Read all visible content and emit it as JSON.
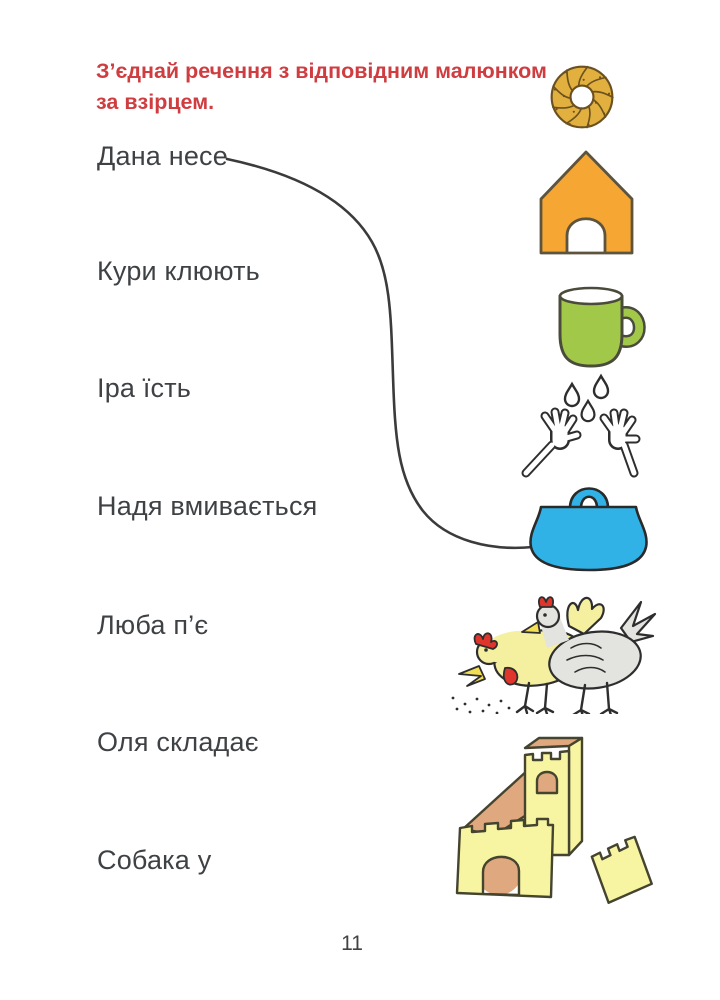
{
  "page": {
    "title_lines": [
      "З’єднай речення з відповідним малюнком",
      "за взірцем."
    ],
    "page_number": "11"
  },
  "exercise": {
    "sentences": [
      {
        "label": "Дана несе"
      },
      {
        "label": "Кури клюють"
      },
      {
        "label": "Іра їсть"
      },
      {
        "label": "Надя вмивається"
      },
      {
        "label": "Люба п’є"
      },
      {
        "label": "Оля складає"
      },
      {
        "label": "Собака у"
      }
    ],
    "pictures": [
      {
        "name": "bagel"
      },
      {
        "name": "doghouse"
      },
      {
        "name": "mug"
      },
      {
        "name": "washing-hands"
      },
      {
        "name": "handbag"
      },
      {
        "name": "pecking-chickens"
      },
      {
        "name": "sand-castle"
      }
    ],
    "example_connection": {
      "from_sentence": "Дана несе",
      "to_picture": "handbag"
    }
  },
  "colors": {
    "title_red": "#cf3d41",
    "text_dark": "#3f4245",
    "bagel_gold": "#e2b03e",
    "doghouse_orange": "#f6a733",
    "mug_green": "#a2c84a",
    "bag_blue": "#31b2e7",
    "chicken_yellow": "#f5efa0",
    "chicken_gray": "#e3e3df",
    "comb_red": "#e0352b",
    "castle_yellow": "#f8f5a2",
    "castle_tan": "#e0a87e"
  }
}
